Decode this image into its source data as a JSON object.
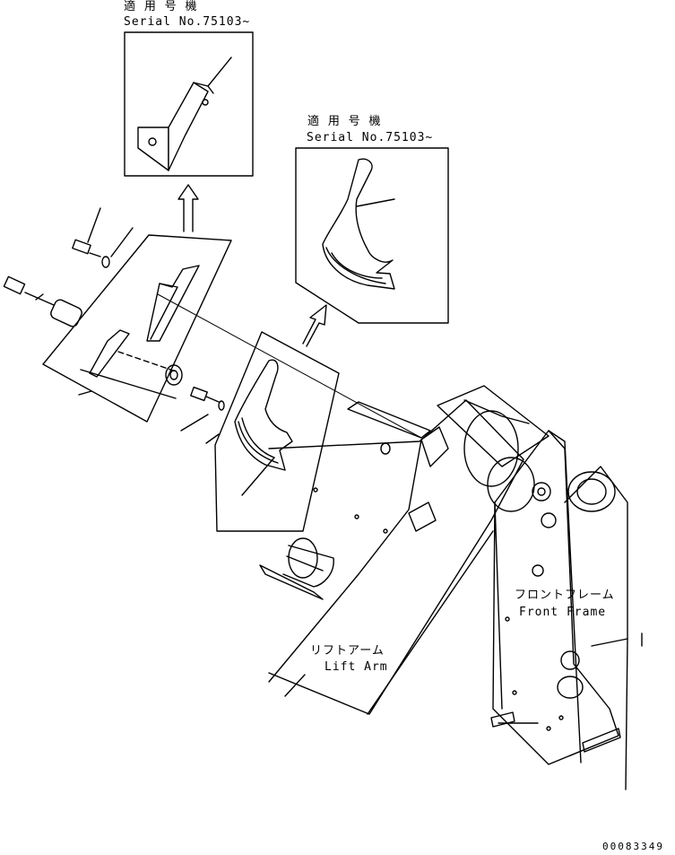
{
  "callout_top_left": {
    "applicability_jp": "適 用 号 機",
    "serial": "Serial No.75103~"
  },
  "callout_top_right": {
    "applicability_jp": "適 用 号 機",
    "serial": "Serial No.75103~"
  },
  "labels": {
    "front_frame_jp": "フロントフレーム",
    "front_frame_en": "Front Frame",
    "lift_arm_jp": "リフトアーム",
    "lift_arm_en": "Lift Arm"
  },
  "drawing_number": "00083349"
}
